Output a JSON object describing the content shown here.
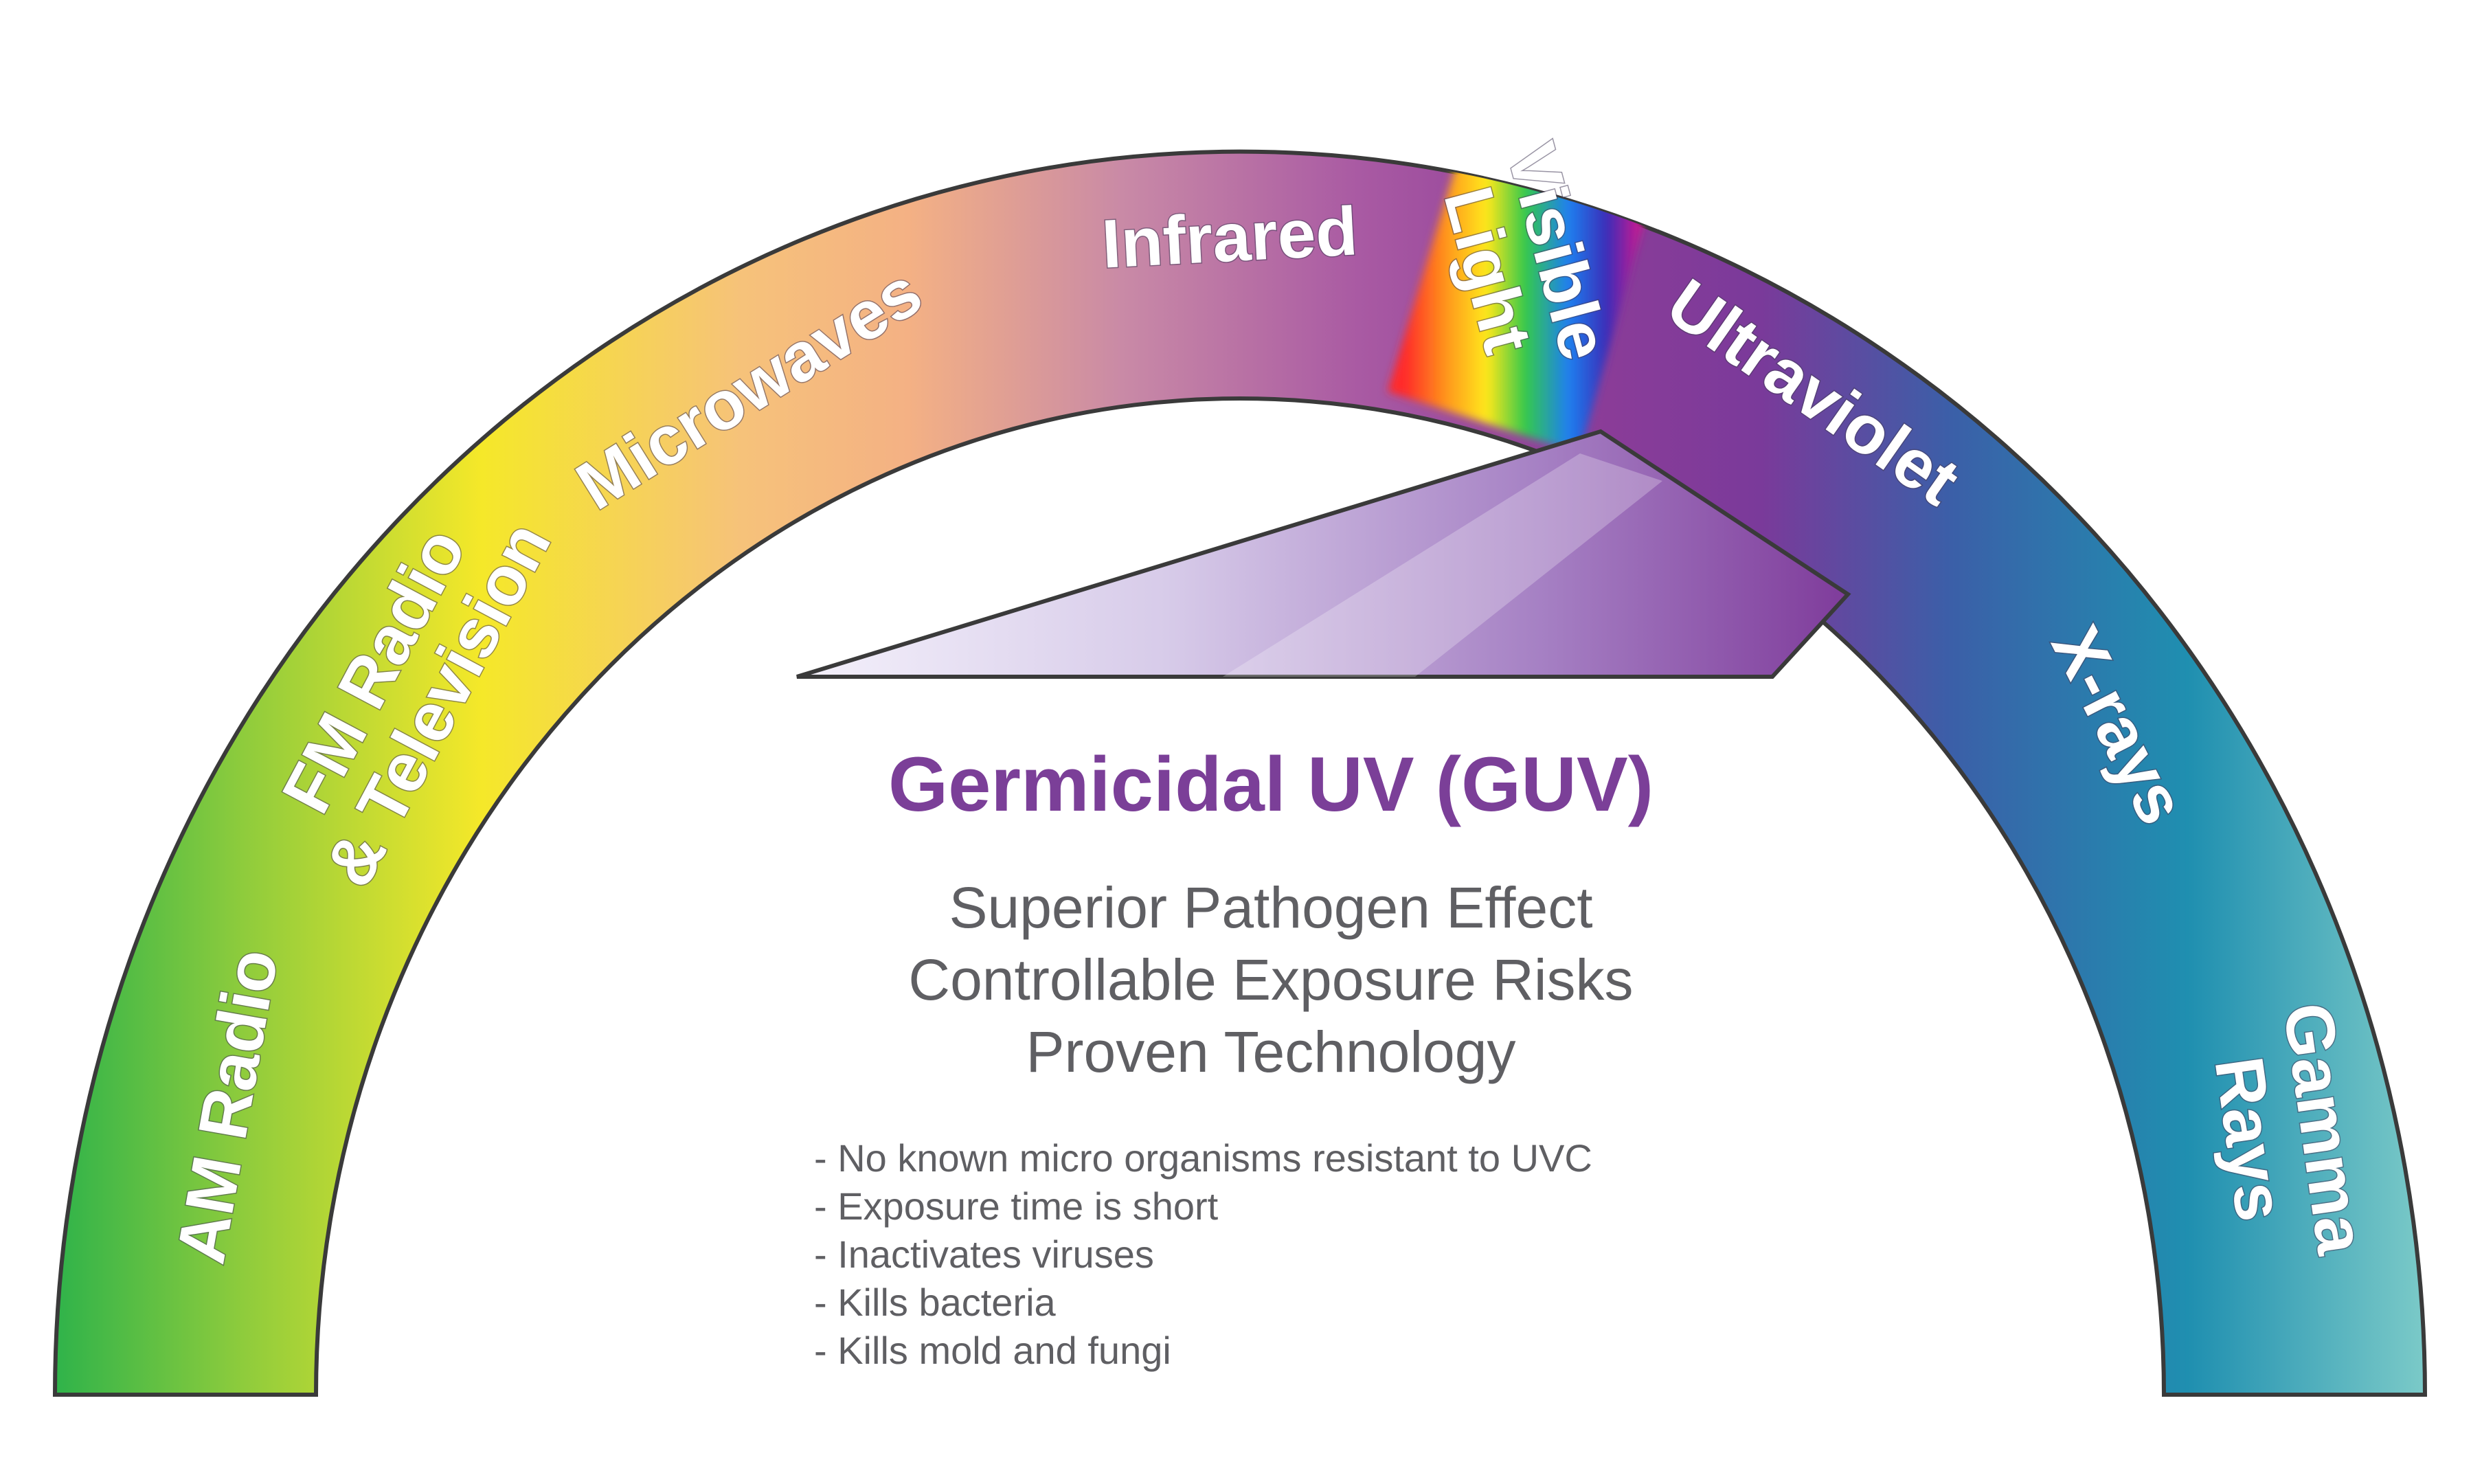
{
  "spectrum": {
    "bands": [
      {
        "id": "am-radio",
        "label_lines": [
          "AM Radio"
        ]
      },
      {
        "id": "fm-radio-television",
        "label_lines": [
          "FM Radio",
          "& Television"
        ]
      },
      {
        "id": "microwaves",
        "label_lines": [
          "Microwaves"
        ]
      },
      {
        "id": "infrared",
        "label_lines": [
          "Infrared"
        ]
      },
      {
        "id": "visible-light",
        "label_lines": [
          "Visible",
          "Light"
        ]
      },
      {
        "id": "ultraviolet",
        "label_lines": [
          "Ultraviolet"
        ]
      },
      {
        "id": "x-rays",
        "label_lines": [
          "X-rays"
        ]
      },
      {
        "id": "gamma-rays",
        "label_lines": [
          "Gamma",
          "Rays"
        ]
      }
    ],
    "colors": {
      "green": "#2fb34a",
      "yellow": "#f5e829",
      "peach": "#f4b184",
      "mauve": "#c98aa6",
      "purple": "#8e3d98",
      "blue": "#3b5fa8",
      "teal": "#1f8fb0",
      "aqua": "#7bcac8"
    }
  },
  "guv": {
    "title": "Germicidal UV (GUV)",
    "subtitle_lines": [
      "Superior Pathogen Effect",
      "Controllable Exposure Risks",
      "Proven Technology"
    ],
    "bullets": [
      "- No known micro organisms resistant to UVC",
      "- Exposure time is short",
      "- Inactivates viruses",
      "- Kills bacteria",
      "- Kills mold and fungi"
    ],
    "title_color": "#7b3f98",
    "text_color": "#5f5f63"
  }
}
